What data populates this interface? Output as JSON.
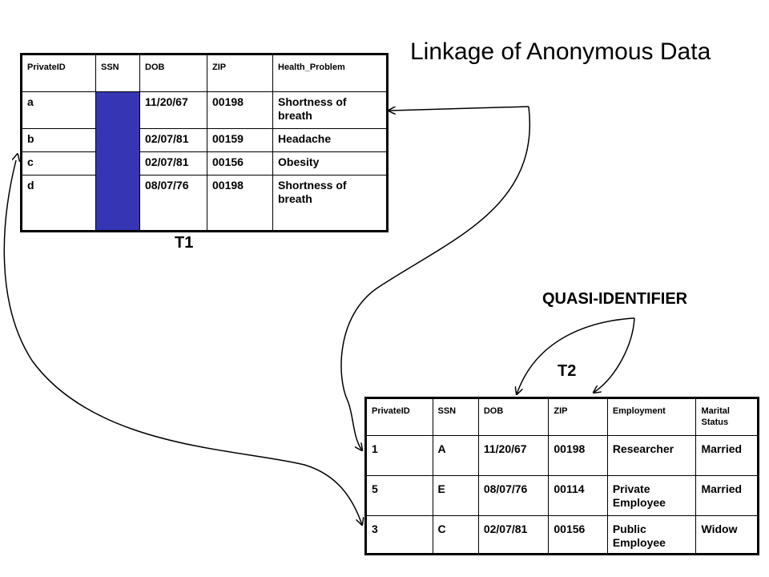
{
  "title": "Linkage of Anonymous Data",
  "t1": {
    "label": "T1",
    "headers": [
      "PrivateID",
      "SSN",
      "DOB",
      "ZIP",
      "Health_Problem"
    ],
    "rows": [
      [
        "a",
        "",
        "11/20/67",
        "00198",
        "Shortness of breath"
      ],
      [
        "b",
        "",
        "02/07/81",
        "00159",
        "Headache"
      ],
      [
        "c",
        "",
        "02/07/81",
        "00156",
        "Obesity"
      ],
      [
        "d",
        "",
        "08/07/76",
        "00198",
        "Shortness of breath"
      ]
    ],
    "masked_column_color": "#3636b4"
  },
  "t2": {
    "label": "T2",
    "headers": [
      "PrivateID",
      "SSN",
      "DOB",
      "ZIP",
      "Employment",
      "Marital Status"
    ],
    "rows": [
      [
        "1",
        "A",
        "11/20/67",
        "00198",
        "Researcher",
        "Married"
      ],
      [
        "5",
        "E",
        "08/07/76",
        "00114",
        "Private Employee",
        "Married"
      ],
      [
        "3",
        "C",
        "02/07/81",
        "00156",
        "Public Employee",
        "Widow"
      ]
    ]
  },
  "quasi_identifier": {
    "label": "QUASI-IDENTIFIER"
  }
}
